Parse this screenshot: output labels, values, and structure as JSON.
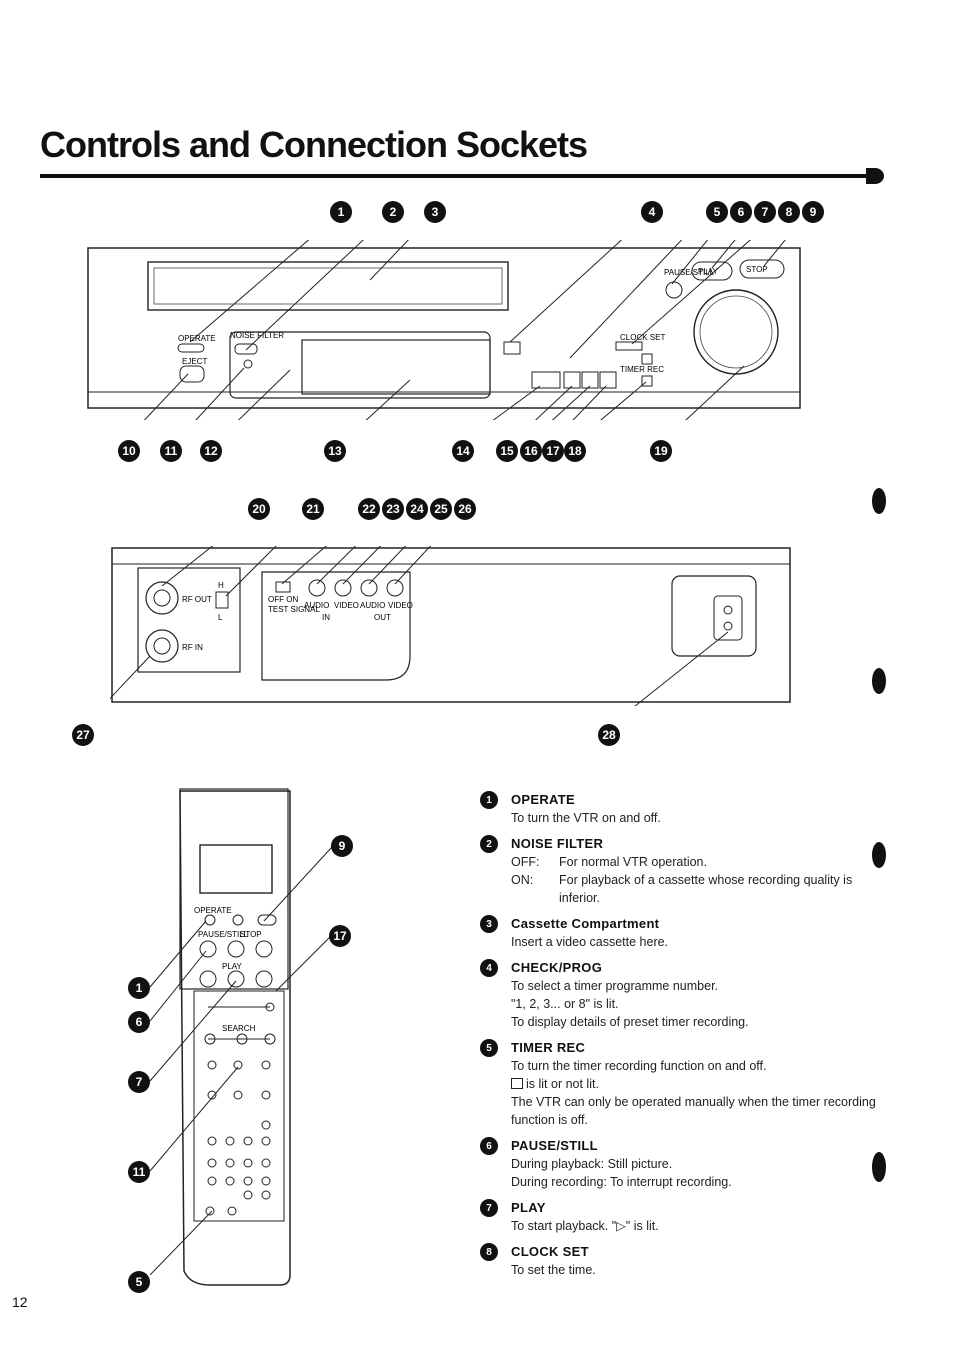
{
  "page": {
    "title": "Controls and Connection Sockets",
    "page_number": "12"
  },
  "panel_labels": {
    "operate": "OPERATE",
    "eject": "EJECT",
    "noise_filter": "NOISE FILTER",
    "pause_still": "PAUSE/STILL",
    "play": "PLAY",
    "stop": "STOP",
    "timer_rec": "TIMER REC",
    "clock_set": "CLOCK SET",
    "rf_out": "RF OUT",
    "rf_in": "RF IN",
    "h": "H",
    "l": "L",
    "test_signal": "TEST SIGNAL",
    "off_on": "OFF ON",
    "audio": "AUDIO",
    "video": "VIDEO",
    "in": "IN",
    "out": "OUT",
    "search": "SEARCH"
  },
  "callouts": {
    "front_top": [
      "1",
      "2",
      "3",
      "4",
      "5",
      "6",
      "7",
      "8",
      "9"
    ],
    "front_bottom": [
      "10",
      "11",
      "12",
      "13",
      "14",
      "15",
      "16",
      "17",
      "18",
      "19"
    ],
    "rear_top": [
      "20",
      "21",
      "22",
      "23",
      "24",
      "25",
      "26"
    ],
    "rear_bottom": [
      "27",
      "28"
    ],
    "remote_left": [
      "1",
      "6",
      "7",
      "11",
      "5"
    ],
    "remote_right": [
      "9",
      "17"
    ]
  },
  "controls": [
    {
      "num": "1",
      "name": "OPERATE",
      "lines": [
        "To turn the VTR on and off."
      ]
    },
    {
      "num": "2",
      "name": "NOISE FILTER",
      "defs": [
        {
          "term": "OFF:",
          "desc": "For normal VTR operation."
        },
        {
          "term": "ON:",
          "desc": "For playback of a cassette whose recording quality is inferior."
        }
      ]
    },
    {
      "num": "3",
      "name": "Cassette Compartment",
      "lines": [
        "Insert a video cassette here."
      ]
    },
    {
      "num": "4",
      "name": "CHECK/PROG",
      "lines": [
        "To select a timer programme number.",
        "\"1, 2, 3... or 8\" is lit.",
        "To display details of preset timer recording."
      ]
    },
    {
      "num": "5",
      "name": "TIMER REC",
      "lines": [
        "To turn the timer recording function on and off.",
        "is lit or not lit.",
        "The VTR can only be operated manually when the timer recording function is off."
      ]
    },
    {
      "num": "6",
      "name": "PAUSE/STILL",
      "lines": [
        "During playback: Still picture.",
        "During recording: To interrupt recording."
      ]
    },
    {
      "num": "7",
      "name": "PLAY",
      "lines": [
        "To start playback. \"▷\" is lit."
      ]
    },
    {
      "num": "8",
      "name": "CLOCK SET",
      "lines": [
        "To set the time."
      ]
    }
  ]
}
